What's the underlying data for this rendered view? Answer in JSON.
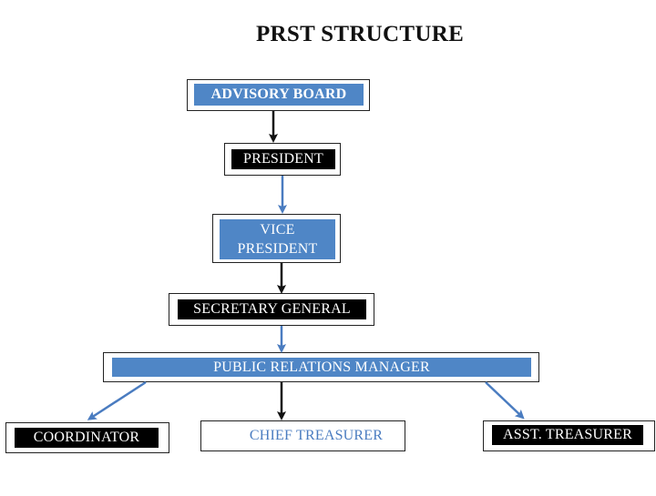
{
  "title": "PRST STRUCTURE",
  "colors": {
    "blue": "#4f86c6",
    "black": "#000000",
    "arrow_blue": "#4a7cc0",
    "arrow_black": "#111111"
  },
  "nodes": {
    "advisory_board": "ADVISORY BOARD",
    "president": "PRESIDENT",
    "vice_president_line1": "VICE",
    "vice_president_line2": "PRESIDENT",
    "secretary_general": "SECRETARY GENERAL",
    "public_relations_manager": "PUBLIC RELATIONS MANAGER",
    "coordinator": "COORDINATOR",
    "chief_treasurer": "CHIEF TREASURER",
    "asst_treasurer": "ASST. TREASURER"
  }
}
